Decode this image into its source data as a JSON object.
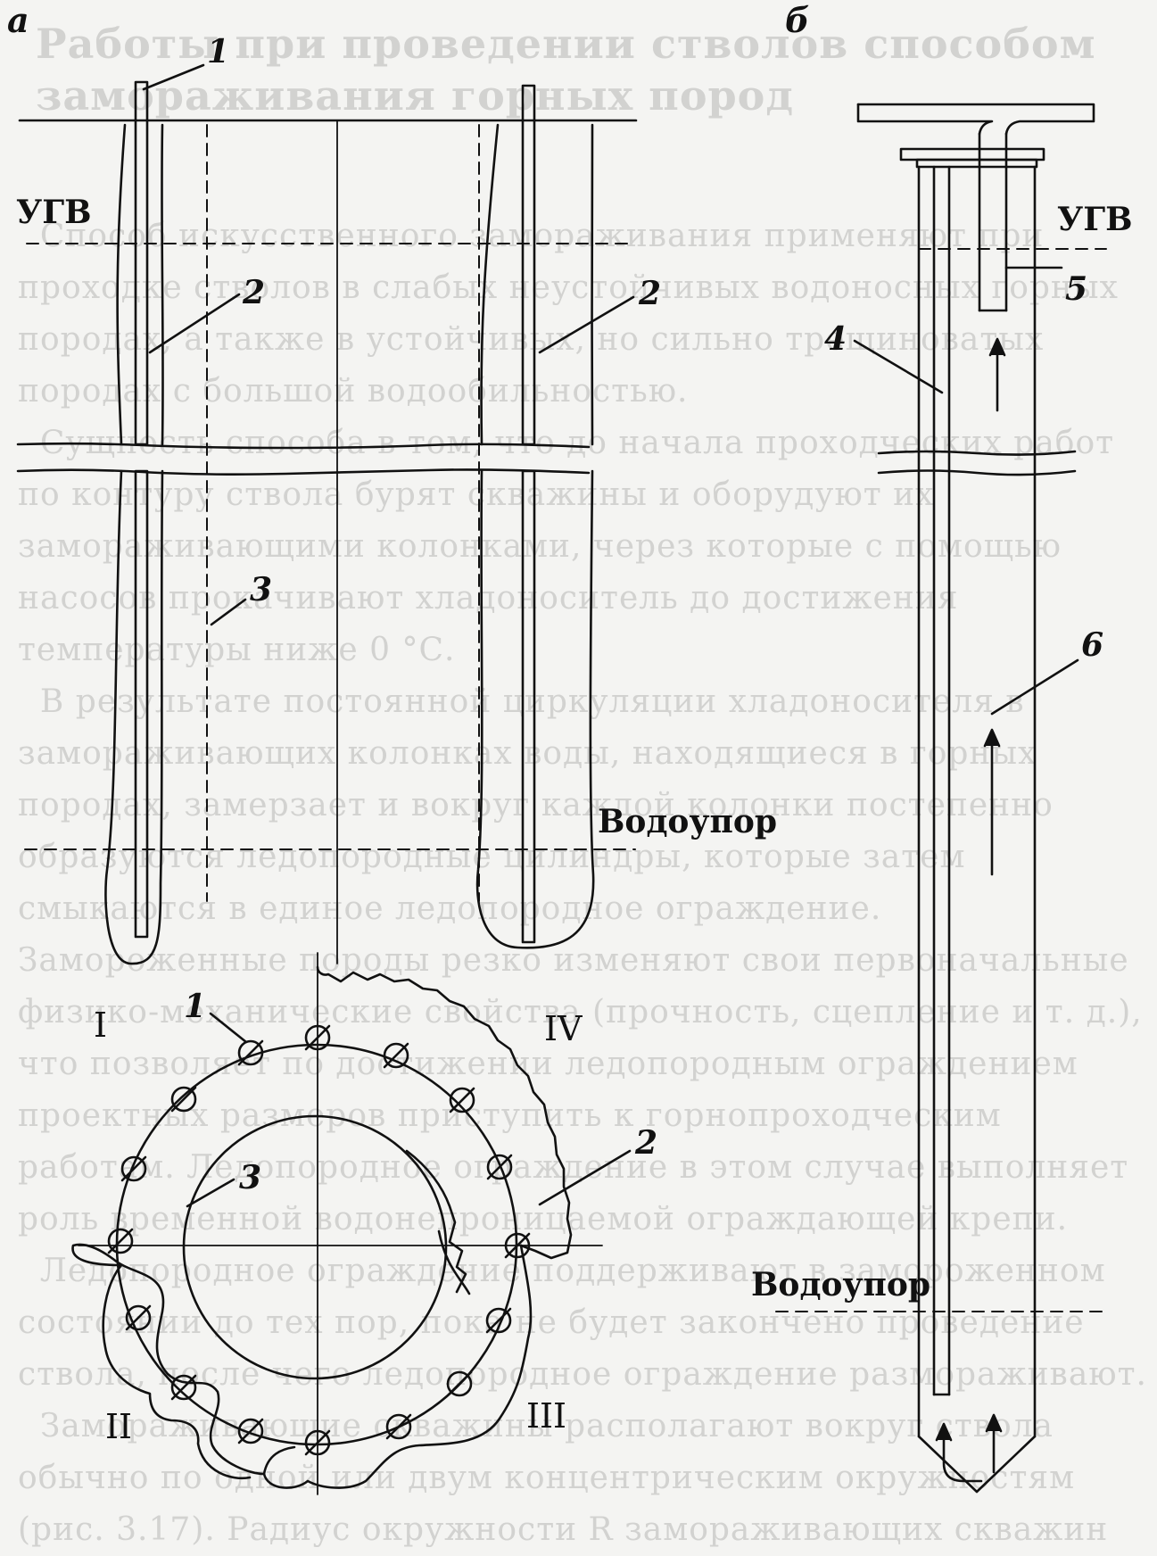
{
  "panels": {
    "a": "а",
    "b": "б"
  },
  "labels": {
    "ugv": "УГВ",
    "aquitard": "Водоупор"
  },
  "callouts": {
    "freezing_column": "1",
    "ice_wall": "2",
    "shaft_contour": "3",
    "inner_pipe": "4",
    "outlet_pipe": "5",
    "outer_pipe": "6"
  },
  "zones": {
    "z1": "I",
    "z2": "II",
    "z3": "III",
    "z4": "IV"
  },
  "background": {
    "title": "Работы при проведении стволов способом замораживания горных пород",
    "paragraphs": [
      "Способ искусственного замораживания применяют при проходке стволов в слабых неустойчивых водоносных горных породах, а также в устойчивых, но сильно трещиноватых породах с большой водообильностью.",
      "Сущность способа в том, что до начала проходческих работ по контуру ствола бурят скважины и оборудуют их замораживающими колонками, через которые с помощью насосов прокачивают хладоноситель до достижения температуры ниже 0 °С.",
      "В результате постоянной циркуляции хладоносителя в замораживающих колонках воды, находящиеся в горных породах, замерзает и вокруг каждой колонки постепенно образуются ледопородные цилиндры, которые затем смыкаются в единое ледопородное ограждение. Замороженные породы резко изменяют свои первоначальные физико-механические свойства (прочность, сцепление и т. д.), что позволяет по достижении ледопородным ограждением проектных размеров приступить к горнопроходческим работам. Ледопородное ограждение в этом случае выполняет роль временной водонепроницаемой ограждающей крепи.",
      "Ледопородное ограждение поддерживают в замороженном состоянии до тех пор, пока не будет закончено проведение ствола, после чего ледопородное ограждение размораживают.",
      "Замораживающие скважины располагают вокруг ствола обычно по одной или двум концентрическим окружностям (рис. 3.17). Радиус окружности R замораживающих скважин"
    ]
  }
}
